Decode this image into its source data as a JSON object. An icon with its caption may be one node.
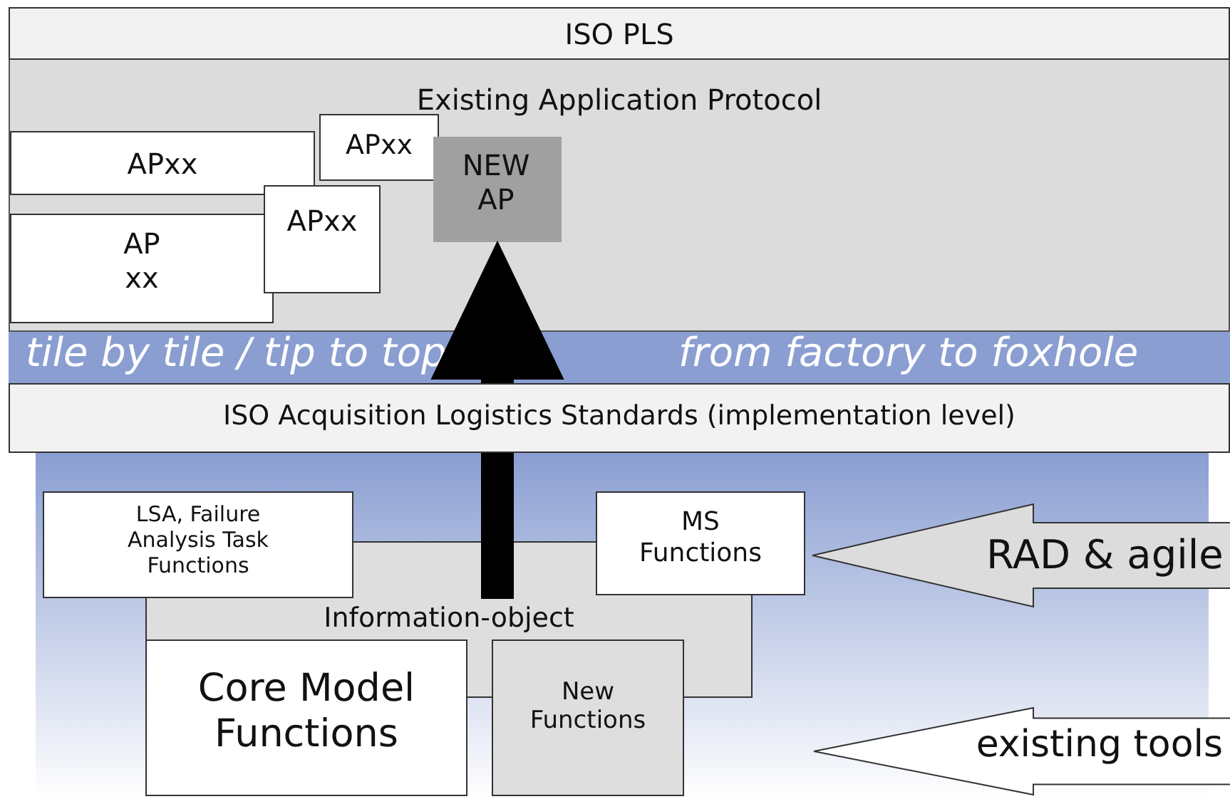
{
  "diagram": {
    "nodes": [
      {
        "text": [
          "ISO PLS"
        ]
      },
      {
        "text": [
          "Existing Application Protocol"
        ]
      },
      {
        "text": [
          "APxx"
        ],
        "in": 1
      },
      {
        "text": [
          "APxx"
        ],
        "in": 1
      },
      {
        "text": [
          "AP xx"
        ],
        "in": 1
      },
      {
        "text": [
          "APxx"
        ],
        "in": 1
      },
      {
        "text": [
          "NEW AP"
        ],
        "in": 1
      },
      {
        "text": [
          "tile by tile / tip to top",
          "from factory to foxhole"
        ]
      },
      {
        "text": [
          "ISO Acquisition Logistics Standards (implementation level)"
        ]
      },
      {
        "text": [],
        "shape": "box"
      },
      {
        "text": [
          "LSA, Failure Analysis Task Functions"
        ],
        "in": 9
      },
      {
        "text": [
          "MS Functions"
        ],
        "in": 9
      },
      {
        "text": [
          "Information-object"
        ],
        "in": 9
      },
      {
        "text": [
          "Core Model Functions"
        ],
        "in": 9
      },
      {
        "text": [
          "New Functions"
        ],
        "in": 9
      },
      {
        "text": [
          "existing tools"
        ]
      }
    ],
    "edges": [
      {
        "from": 12,
        "to": 6,
        "arrow": "to",
        "style": "thick",
        "color": "#000000"
      },
      {
        "from": null,
        "to": 11,
        "arrow": "to",
        "label": "RAD & agile",
        "color": "#dcdcdc"
      }
    ]
  }
}
